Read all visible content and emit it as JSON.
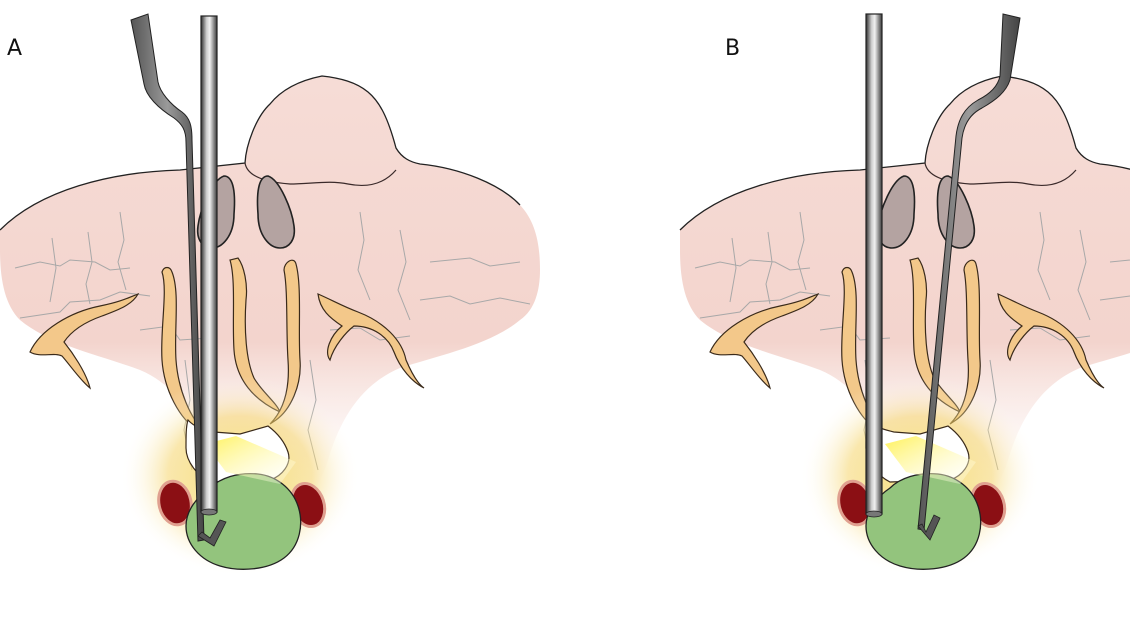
{
  "panels": [
    {
      "label": "A",
      "variant": "A"
    },
    {
      "label": "B",
      "variant": "B"
    }
  ],
  "colors": {
    "skin": "#f2d6cf",
    "skin_outline": "#222222",
    "nostril": "#b3a2a0",
    "bone": "#f2c98a",
    "bone_outline": "#3a2a1a",
    "artery": "#8b0f14",
    "artery_ring": "#e0a090",
    "tumor": "#93c47d",
    "glow": "#f7e27a",
    "light_beam": "#fff27a",
    "instrument_dark": "#3a3a3a",
    "instrument_light": "#d8d8d8",
    "fissure": "#9a9a9a"
  }
}
